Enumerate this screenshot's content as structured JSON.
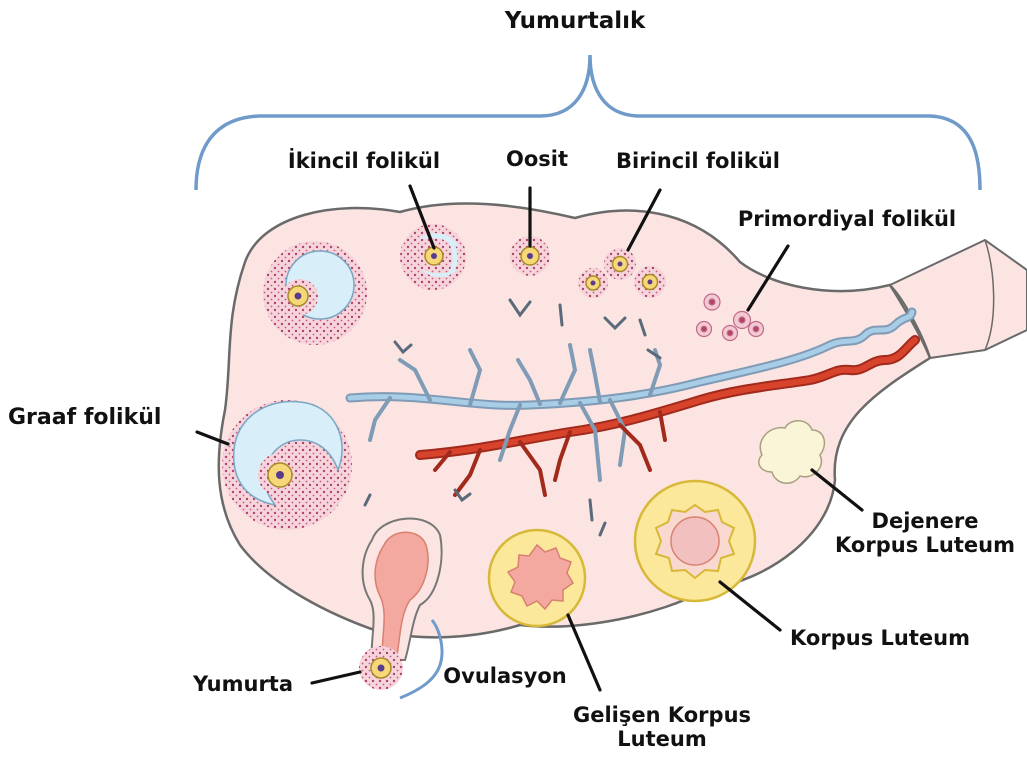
{
  "title": "Yumurtalık",
  "labels": {
    "secondary_follicle": "İkincil folikül",
    "oocyte": "Oosit",
    "primary_follicle": "Birincil folikül",
    "primordial_follicle": "Primordiyal folikül",
    "graafian_follicle": "Graaf folikül",
    "degenerate_corpus_luteum_line1": "Dejenere",
    "degenerate_corpus_luteum_line2": "Korpus Luteum",
    "corpus_luteum": "Korpus Luteum",
    "egg": "Yumurta",
    "ovulation": "Ovulasyon",
    "developing_corpus_luteum_line1": "Gelişen Korpus",
    "developing_corpus_luteum_line2": "Luteum"
  },
  "colors": {
    "bracket": "#6f9ac9",
    "ovary_fill": "#fbe4e1",
    "ovary_stroke": "#6a6a6a",
    "vein": "#a8cde6",
    "artery": "#d8432c",
    "highlight_label": "#e01010",
    "luteum_yellow": "#fbe89a",
    "luteum_edge": "#d8b838",
    "antrum": "#d8eef8",
    "granulosa": "#f3c9d4",
    "oocyte": "#f7d878"
  }
}
